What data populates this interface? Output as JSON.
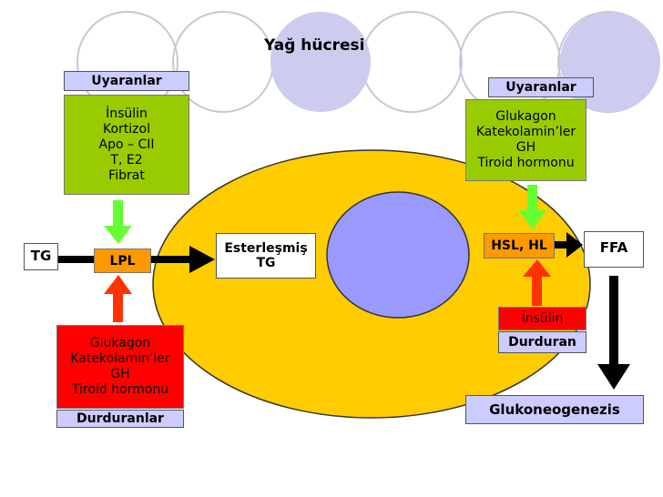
{
  "title": "Yağ hücresi",
  "left": {
    "uyaranlar_label": "Uyaranlar",
    "uyaranlar_items": [
      "İnsülin",
      "Kortizol",
      "Apo – CII",
      "T, E2",
      "Fibrat"
    ],
    "durduranlar_items": [
      "Glukagon",
      "Katekolamin’ler",
      "GH",
      "Tiroid hormonu"
    ],
    "durduranlar_label": "Durduranlar",
    "tg": "TG",
    "lpl": "LPL"
  },
  "center": {
    "esterlesmis": "Esterleşmiş",
    "tg": "TG"
  },
  "right": {
    "uyaranlar_label": "Uyaranlar",
    "uyaranlar_items": [
      "Glukagon",
      "Katekolamin’ler",
      "GH",
      "Tiroid hormonu"
    ],
    "hsl": "HSL, HL",
    "ffa": "FFA",
    "insulin": "İnsülin",
    "durduran": "Durduran",
    "glukoneogenezis": "Glukoneogenezis"
  },
  "colors": {
    "cell": "#ffcc00",
    "nucleus": "#9999ff",
    "stimulator_box": "#99cc00",
    "inhibitor_box": "#ff0000",
    "enzyme_box": "#ff9900",
    "label_box": "#ccccff",
    "stimulate_arrow": "#66ff33",
    "inhibit_arrow": "#ff3300",
    "flow_arrow": "#000000"
  }
}
